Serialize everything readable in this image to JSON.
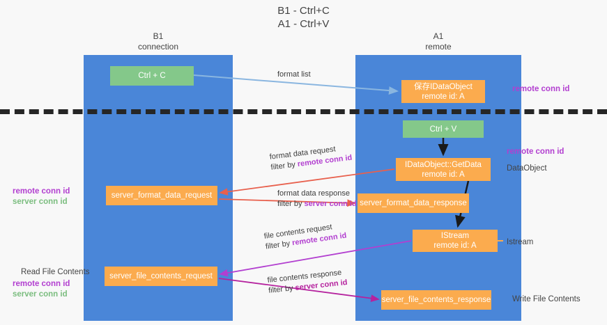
{
  "title": {
    "line1": "B1 - Ctrl+C",
    "line2": "A1 - Ctrl+V"
  },
  "columns": {
    "left": {
      "name": "B1",
      "role": "connection"
    },
    "right": {
      "name": "A1",
      "role": "remote"
    }
  },
  "nodes": {
    "ctrl_c": {
      "label": "Ctrl + C",
      "color": "#84c88a"
    },
    "save_idataobject": {
      "line1": "保存IDataObject",
      "line2": "remote id: A",
      "color": "#fbab4e"
    },
    "ctrl_v": {
      "label": "Ctrl + V",
      "color": "#84c88a"
    },
    "getdata": {
      "line1": "IDataObject::GetData",
      "line2": "remote id: A",
      "color": "#fbab4e"
    },
    "server_format_data_request": {
      "label": "server_format_data_request",
      "color": "#fbab4e"
    },
    "server_format_data_response": {
      "label": "server_format_data_response",
      "color": "#fbab4e"
    },
    "istream": {
      "line1": "IStream",
      "line2": "remote id: A",
      "color": "#fbab4e"
    },
    "server_file_contents_request": {
      "label": "server_file_contents_request",
      "color": "#fbab4e"
    },
    "server_file_contents_response": {
      "label": "server_file_contents_response",
      "color": "#fbab4e"
    }
  },
  "edges": {
    "format_list": {
      "label": "format list",
      "color": "#8ab6e0"
    },
    "format_data_request": {
      "line1": "format data request",
      "prefix2": "filter by ",
      "keyword2": "remote conn id",
      "color": "#e8604d"
    },
    "format_data_response": {
      "line1": "format data response",
      "prefix2": "filter by ",
      "keyword2": "server conn id",
      "color": "#e8604d"
    },
    "file_contents_request": {
      "line1": "file contents request",
      "prefix2": "filter by ",
      "keyword2": "remote conn id",
      "color": "#b23fd0"
    },
    "file_contents_response": {
      "line1": "file contents response",
      "prefix2": "filter by ",
      "keyword2": "server conn id",
      "color": "#b5229e"
    }
  },
  "annotations": {
    "right": [
      {
        "text": "remote conn id",
        "style": "remote"
      },
      {
        "text": "remote conn id",
        "style": "remote"
      },
      {
        "text": "DataObject",
        "style": "plain"
      },
      {
        "text": "Istream",
        "style": "plain"
      },
      {
        "text": "Write File Contents",
        "style": "plain"
      }
    ],
    "left": {
      "group1": {
        "line1": "remote conn id",
        "line2": "server conn id"
      },
      "read_file_contents": "Read File Contents",
      "group2": {
        "line1": "remote conn id",
        "line2": "server conn id"
      }
    }
  },
  "colors": {
    "lane": "#4a86d8",
    "green_node": "#84c88a",
    "orange_node": "#fbab4e",
    "divider": "#262626",
    "purple": "#b23fd0",
    "green_text": "#7bbd7f",
    "red_arrow": "#e8604d",
    "blue_arrow": "#8ab6e0",
    "magenta_arrow": "#b5229e",
    "background": "#f8f8f8"
  }
}
